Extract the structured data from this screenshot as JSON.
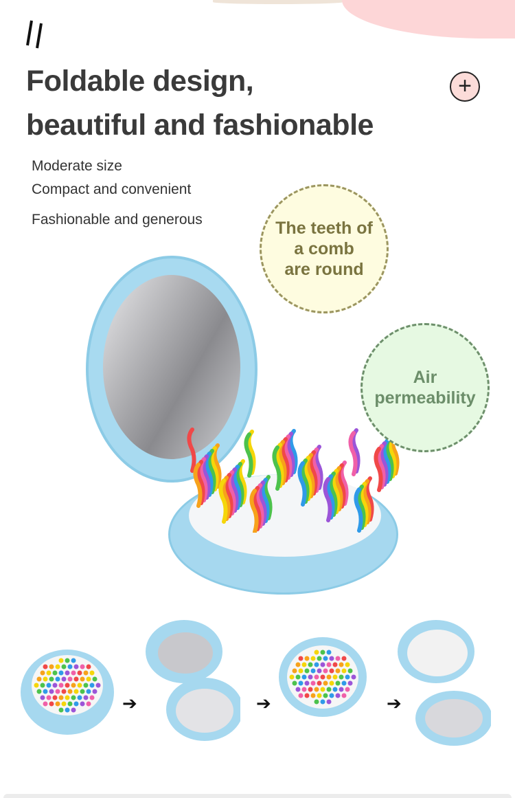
{
  "header": {
    "title_line1": "Foldable design,",
    "title_line2": "beautiful and fashionable",
    "plus_icon": "plus-circle-icon"
  },
  "features": [
    "Moderate size",
    "Compact and convenient",
    "Fashionable and generous"
  ],
  "callouts": [
    {
      "lines": [
        "The teeth of",
        "a comb",
        "are round"
      ],
      "color": "#fefce0"
    },
    {
      "lines": [
        "Air",
        "permeability"
      ],
      "color": "#e6f9e2"
    }
  ],
  "steps": {
    "arrow_icon": "arrow-right-icon",
    "arrow": "➔"
  },
  "colors": {
    "accent_pink": "#fdd6d7",
    "product_blue": "#a6d8ef",
    "text": "#3a3a3a"
  }
}
